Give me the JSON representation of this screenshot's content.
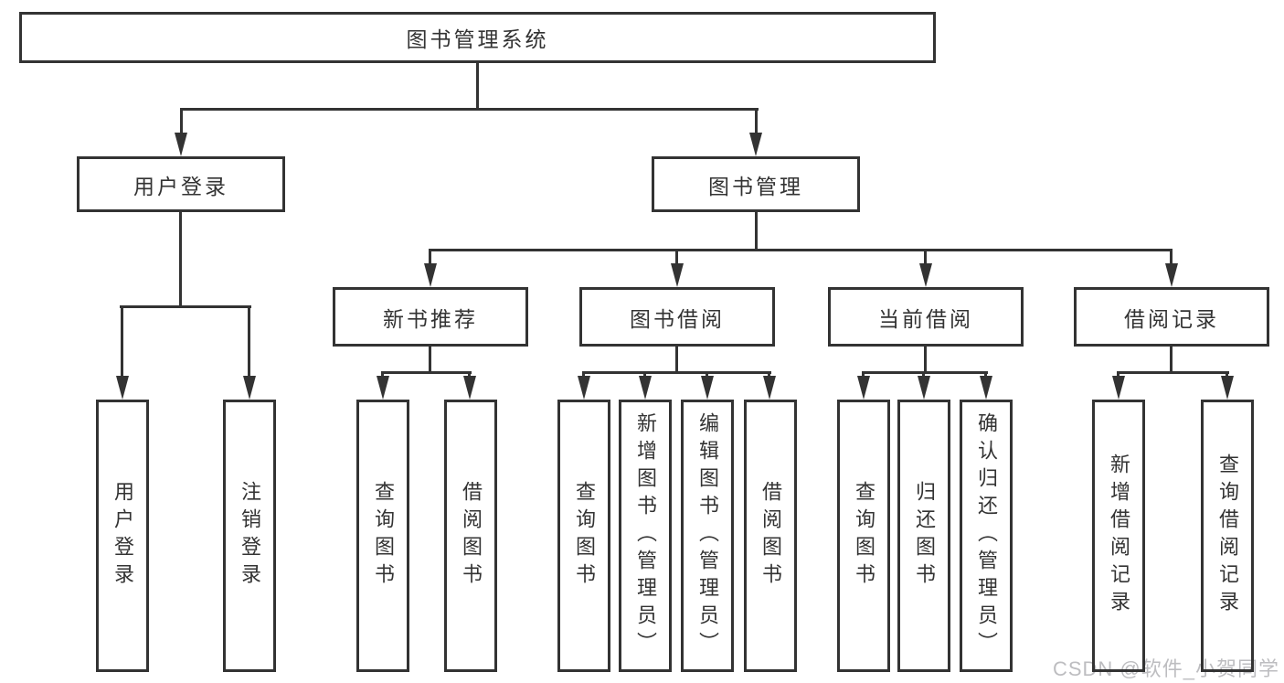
{
  "nodes": {
    "root": {
      "label": "图书管理系统"
    },
    "user_login": {
      "label": "用户登录"
    },
    "book_management": {
      "label": "图书管理"
    },
    "new_book_recommend": {
      "label": "新书推荐"
    },
    "book_borrowing": {
      "label": "图书借阅"
    },
    "current_borrowing": {
      "label": "当前借阅"
    },
    "borrowing_records": {
      "label": "借阅记录"
    },
    "leaf_user_login": {
      "label": "用户登录"
    },
    "leaf_logout_login": {
      "label": "注销登录"
    },
    "leaf_query_books_recommend": {
      "label": "查询图书"
    },
    "leaf_borrow_books_recommend": {
      "label": "借阅图书"
    },
    "leaf_query_books_borrowing": {
      "label": "查询图书"
    },
    "leaf_add_books_admin": {
      "label": "新增图书（管理员）"
    },
    "leaf_edit_books_admin": {
      "label": "编辑图书（管理员）"
    },
    "leaf_borrow_books_borrowing": {
      "label": "借阅图书"
    },
    "leaf_query_books_current": {
      "label": "查询图书"
    },
    "leaf_return_books": {
      "label": "归还图书"
    },
    "leaf_confirm_return_admin": {
      "label": "确认归还（管理员）"
    },
    "leaf_add_borrow_record": {
      "label": "新增借阅记录"
    },
    "leaf_query_borrow_record": {
      "label": "查询借阅记录"
    }
  },
  "hierarchy": {
    "图书管理系统": {
      "用户登录": [
        "用户登录",
        "注销登录"
      ],
      "图书管理": {
        "新书推荐": [
          "查询图书",
          "借阅图书"
        ],
        "图书借阅": [
          "查询图书",
          "新增图书（管理员）",
          "编辑图书（管理员）",
          "借阅图书"
        ],
        "当前借阅": [
          "查询图书",
          "归还图书",
          "确认归还（管理员）"
        ],
        "借阅记录": [
          "新增借阅记录",
          "查询借阅记录"
        ]
      }
    }
  },
  "watermark": {
    "text": "CSDN @软件_小贺同学"
  },
  "colors": {
    "line": "#333333",
    "text": "#333333",
    "background": "#ffffff",
    "watermark": "#bdbdc0"
  }
}
